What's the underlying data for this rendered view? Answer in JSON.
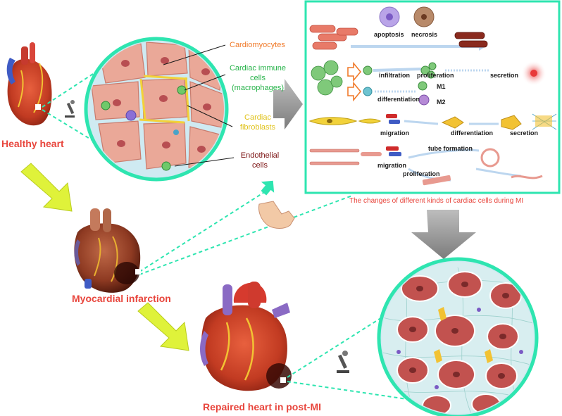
{
  "hearts": {
    "healthy": "Healthy heart",
    "infarction": "Myocardial infarction",
    "repaired": "Repaired heart in post-MI"
  },
  "cell_labels": {
    "cardiomyocytes": "Cardiomyocytes",
    "immune": [
      "Cardiac immune",
      "cells",
      "(macrophages)"
    ],
    "fibroblasts": [
      "Cardiac",
      "fibroblasts"
    ],
    "endothelial": [
      "Endothelial",
      "cells"
    ]
  },
  "panel": {
    "apoptosis": "apoptosis",
    "necrosis": "necrosis",
    "infiltration": "infiltration",
    "proliferation_macro": "proliferation",
    "secretion_macro": "secretion",
    "differentiation_macro": "differentiation",
    "m1": "M1",
    "m2": "M2",
    "migration_fib": "migration",
    "differentiation_fib": "differentiation",
    "secretion_fib": "secretion",
    "tube_formation": "tube formation",
    "migration_endo": "migration",
    "proliferation_endo": "proliferation",
    "caption": "The changes of different kinds of cardiac cells during MI"
  },
  "colors": {
    "teal": "#2ee5b0",
    "red_label": "#e8453c",
    "orange_label": "#f07a2a",
    "green_label": "#27b34a",
    "yellow_label": "#e0c21a",
    "dark_red_label": "#7a1010",
    "yellow_arrow": "#dff23a",
    "gray_arrow": "#8a8a8a"
  }
}
